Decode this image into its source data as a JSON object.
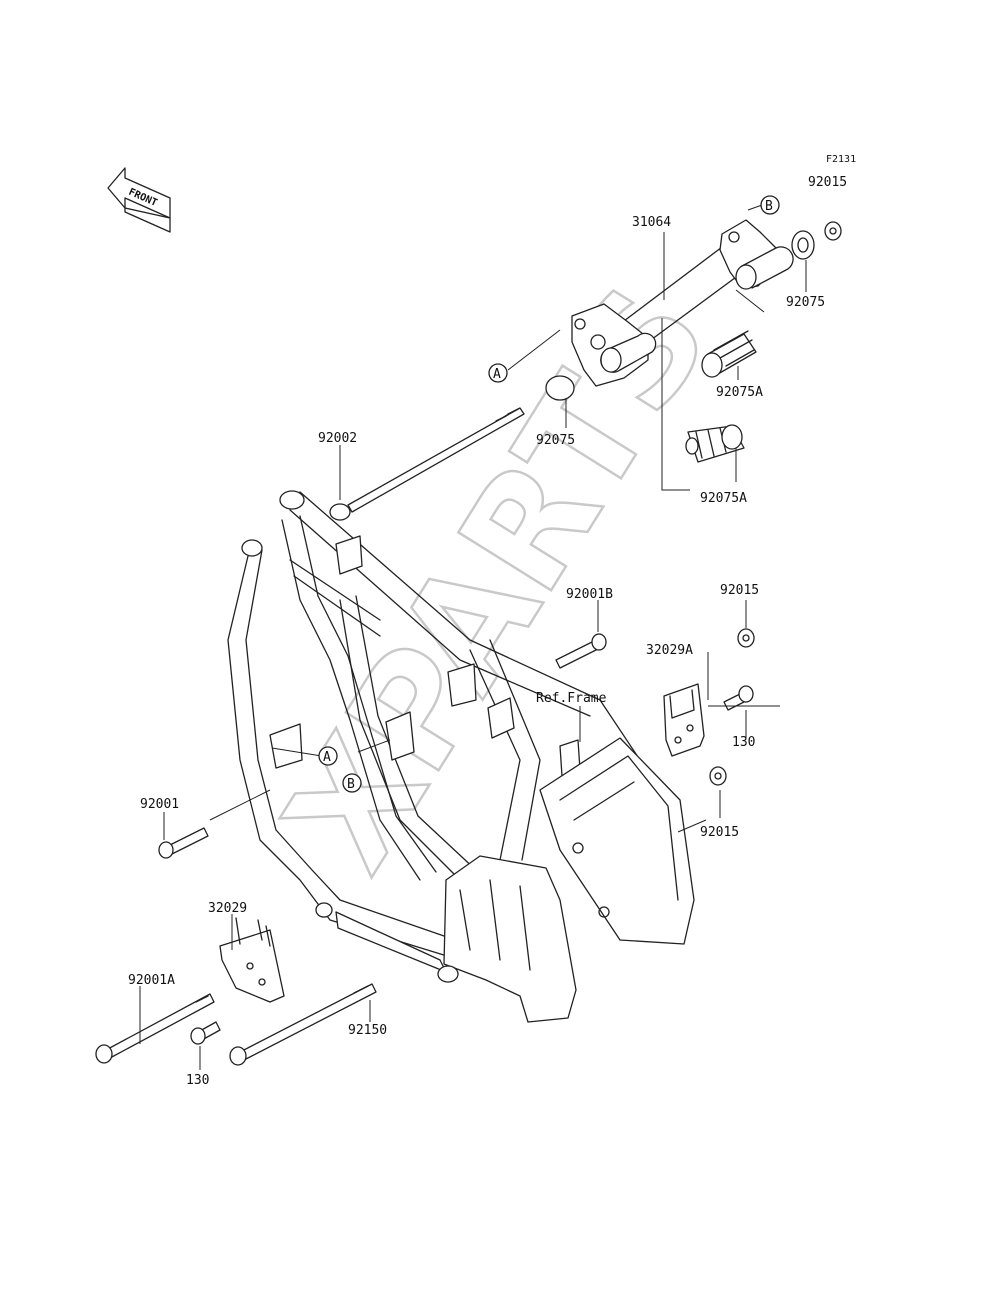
{
  "figure_code": "F2131",
  "front_label": "FRONT",
  "watermark": "XPARTS",
  "reference_labels": {
    "a": "A",
    "b": "B"
  },
  "ref_frame": "Ref.Frame",
  "parts": {
    "p31064": "31064",
    "p92015_top": "92015",
    "p92075_right": "92075",
    "p92075A_top": "92075A",
    "p92075_left": "92075",
    "p92075A_mid": "92075A",
    "p92002": "92002",
    "p92001B": "92001B",
    "p92015_mid": "92015",
    "p32029A": "32029A",
    "p130_right": "130",
    "p92015_low": "92015",
    "p92001": "92001",
    "p32029": "32029",
    "p92001A": "92001A",
    "p92150": "92150",
    "p130_left": "130"
  }
}
